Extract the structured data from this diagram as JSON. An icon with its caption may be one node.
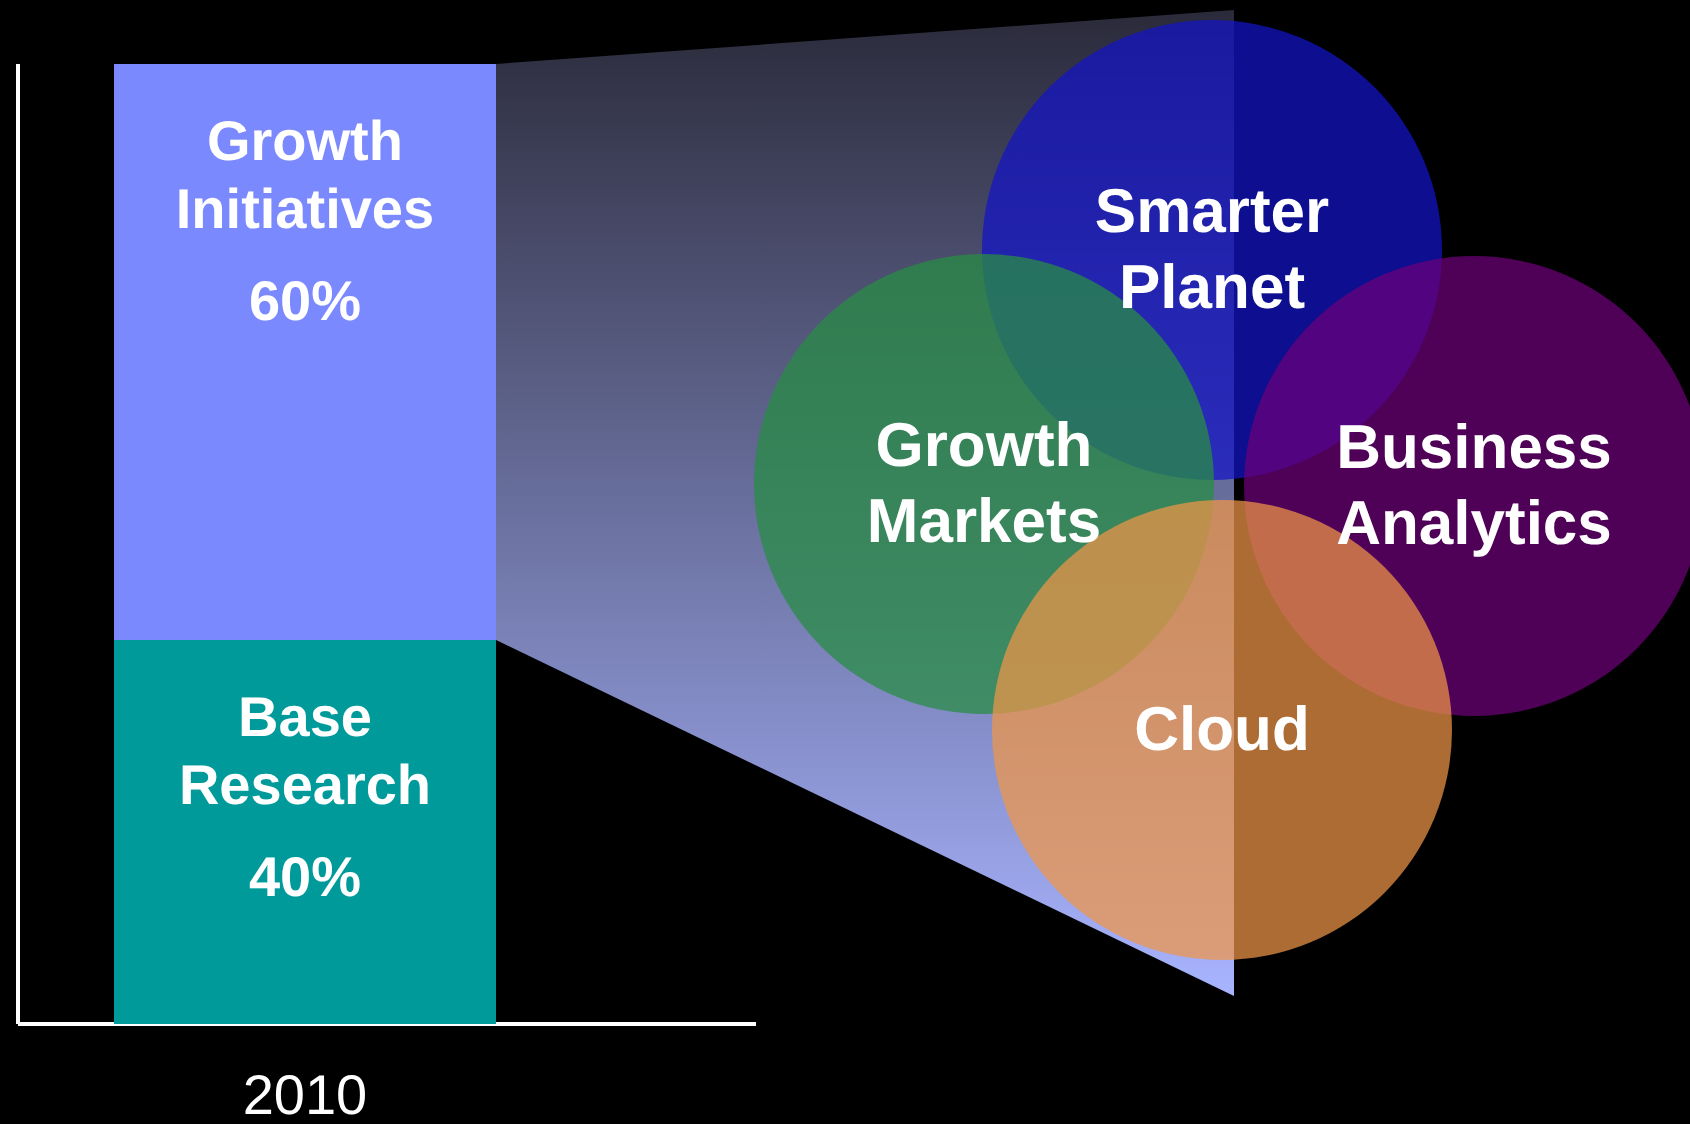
{
  "diagram": {
    "nodes": [
      {
        "text": [
          "Growth Initiatives",
          "60%"
        ]
      },
      {
        "text": [
          "Base Research",
          "40%"
        ]
      },
      {
        "text": [
          "Smarter Planet"
        ]
      },
      {
        "text": [
          "Growth Markets"
        ]
      },
      {
        "text": [
          "Business Analytics"
        ]
      },
      {
        "text": [
          "Cloud"
        ]
      }
    ],
    "labels": [
      "2010"
    ]
  }
}
